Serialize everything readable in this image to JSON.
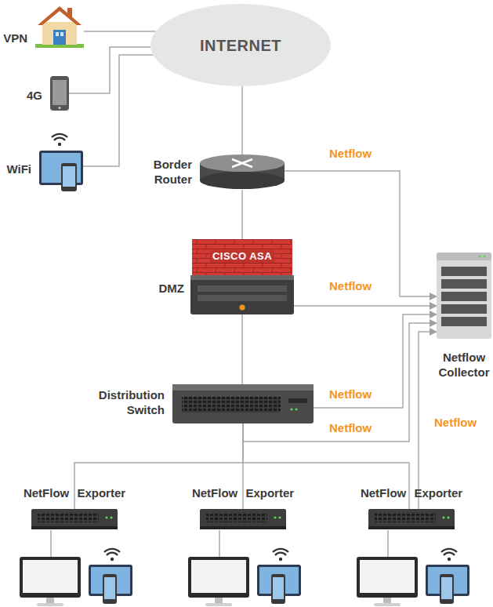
{
  "diagram": {
    "nodes": [
      {
        "text": [
          "VPN"
        ]
      },
      {
        "text": [
          "INTERNET"
        ]
      },
      {
        "text": [
          "4G"
        ]
      },
      {
        "text": [
          "WiFi"
        ]
      },
      {
        "text": [
          "Border Router"
        ]
      },
      {
        "text": [
          "CISCO ASA",
          "DMZ"
        ]
      },
      {
        "text": [
          "Netflow Collector"
        ]
      },
      {
        "text": [
          "Distribution Switch"
        ]
      },
      {
        "text": [
          "NetFlow Exporter"
        ]
      },
      {
        "text": [
          "NetFlow Exporter"
        ]
      },
      {
        "text": [
          "NetFlow Exporter"
        ]
      }
    ],
    "edges": [
      {
        "from": 0,
        "to": 1,
        "arrow": "none"
      },
      {
        "from": 2,
        "to": 1,
        "arrow": "none"
      },
      {
        "from": 3,
        "to": 1,
        "arrow": "none"
      },
      {
        "from": 1,
        "to": 4,
        "arrow": "none"
      },
      {
        "from": 4,
        "to": 5,
        "arrow": "none"
      },
      {
        "from": 5,
        "to": 7,
        "arrow": "none"
      },
      {
        "from": 4,
        "to": 6,
        "label": "Netflow",
        "arrow": "to"
      },
      {
        "from": 5,
        "to": 6,
        "label": "Netflow",
        "arrow": "to"
      },
      {
        "from": 7,
        "to": 6,
        "label": "Netflow",
        "arrow": "to"
      },
      {
        "from": 7,
        "to": 6,
        "label": "Netflow",
        "arrow": "to"
      },
      {
        "from": 10,
        "to": 6,
        "label": "Netflow",
        "arrow": "to"
      },
      {
        "from": 7,
        "to": 8,
        "arrow": "none"
      },
      {
        "from": 7,
        "to": 9,
        "arrow": "none"
      },
      {
        "from": 7,
        "to": 10,
        "arrow": "none"
      }
    ]
  }
}
